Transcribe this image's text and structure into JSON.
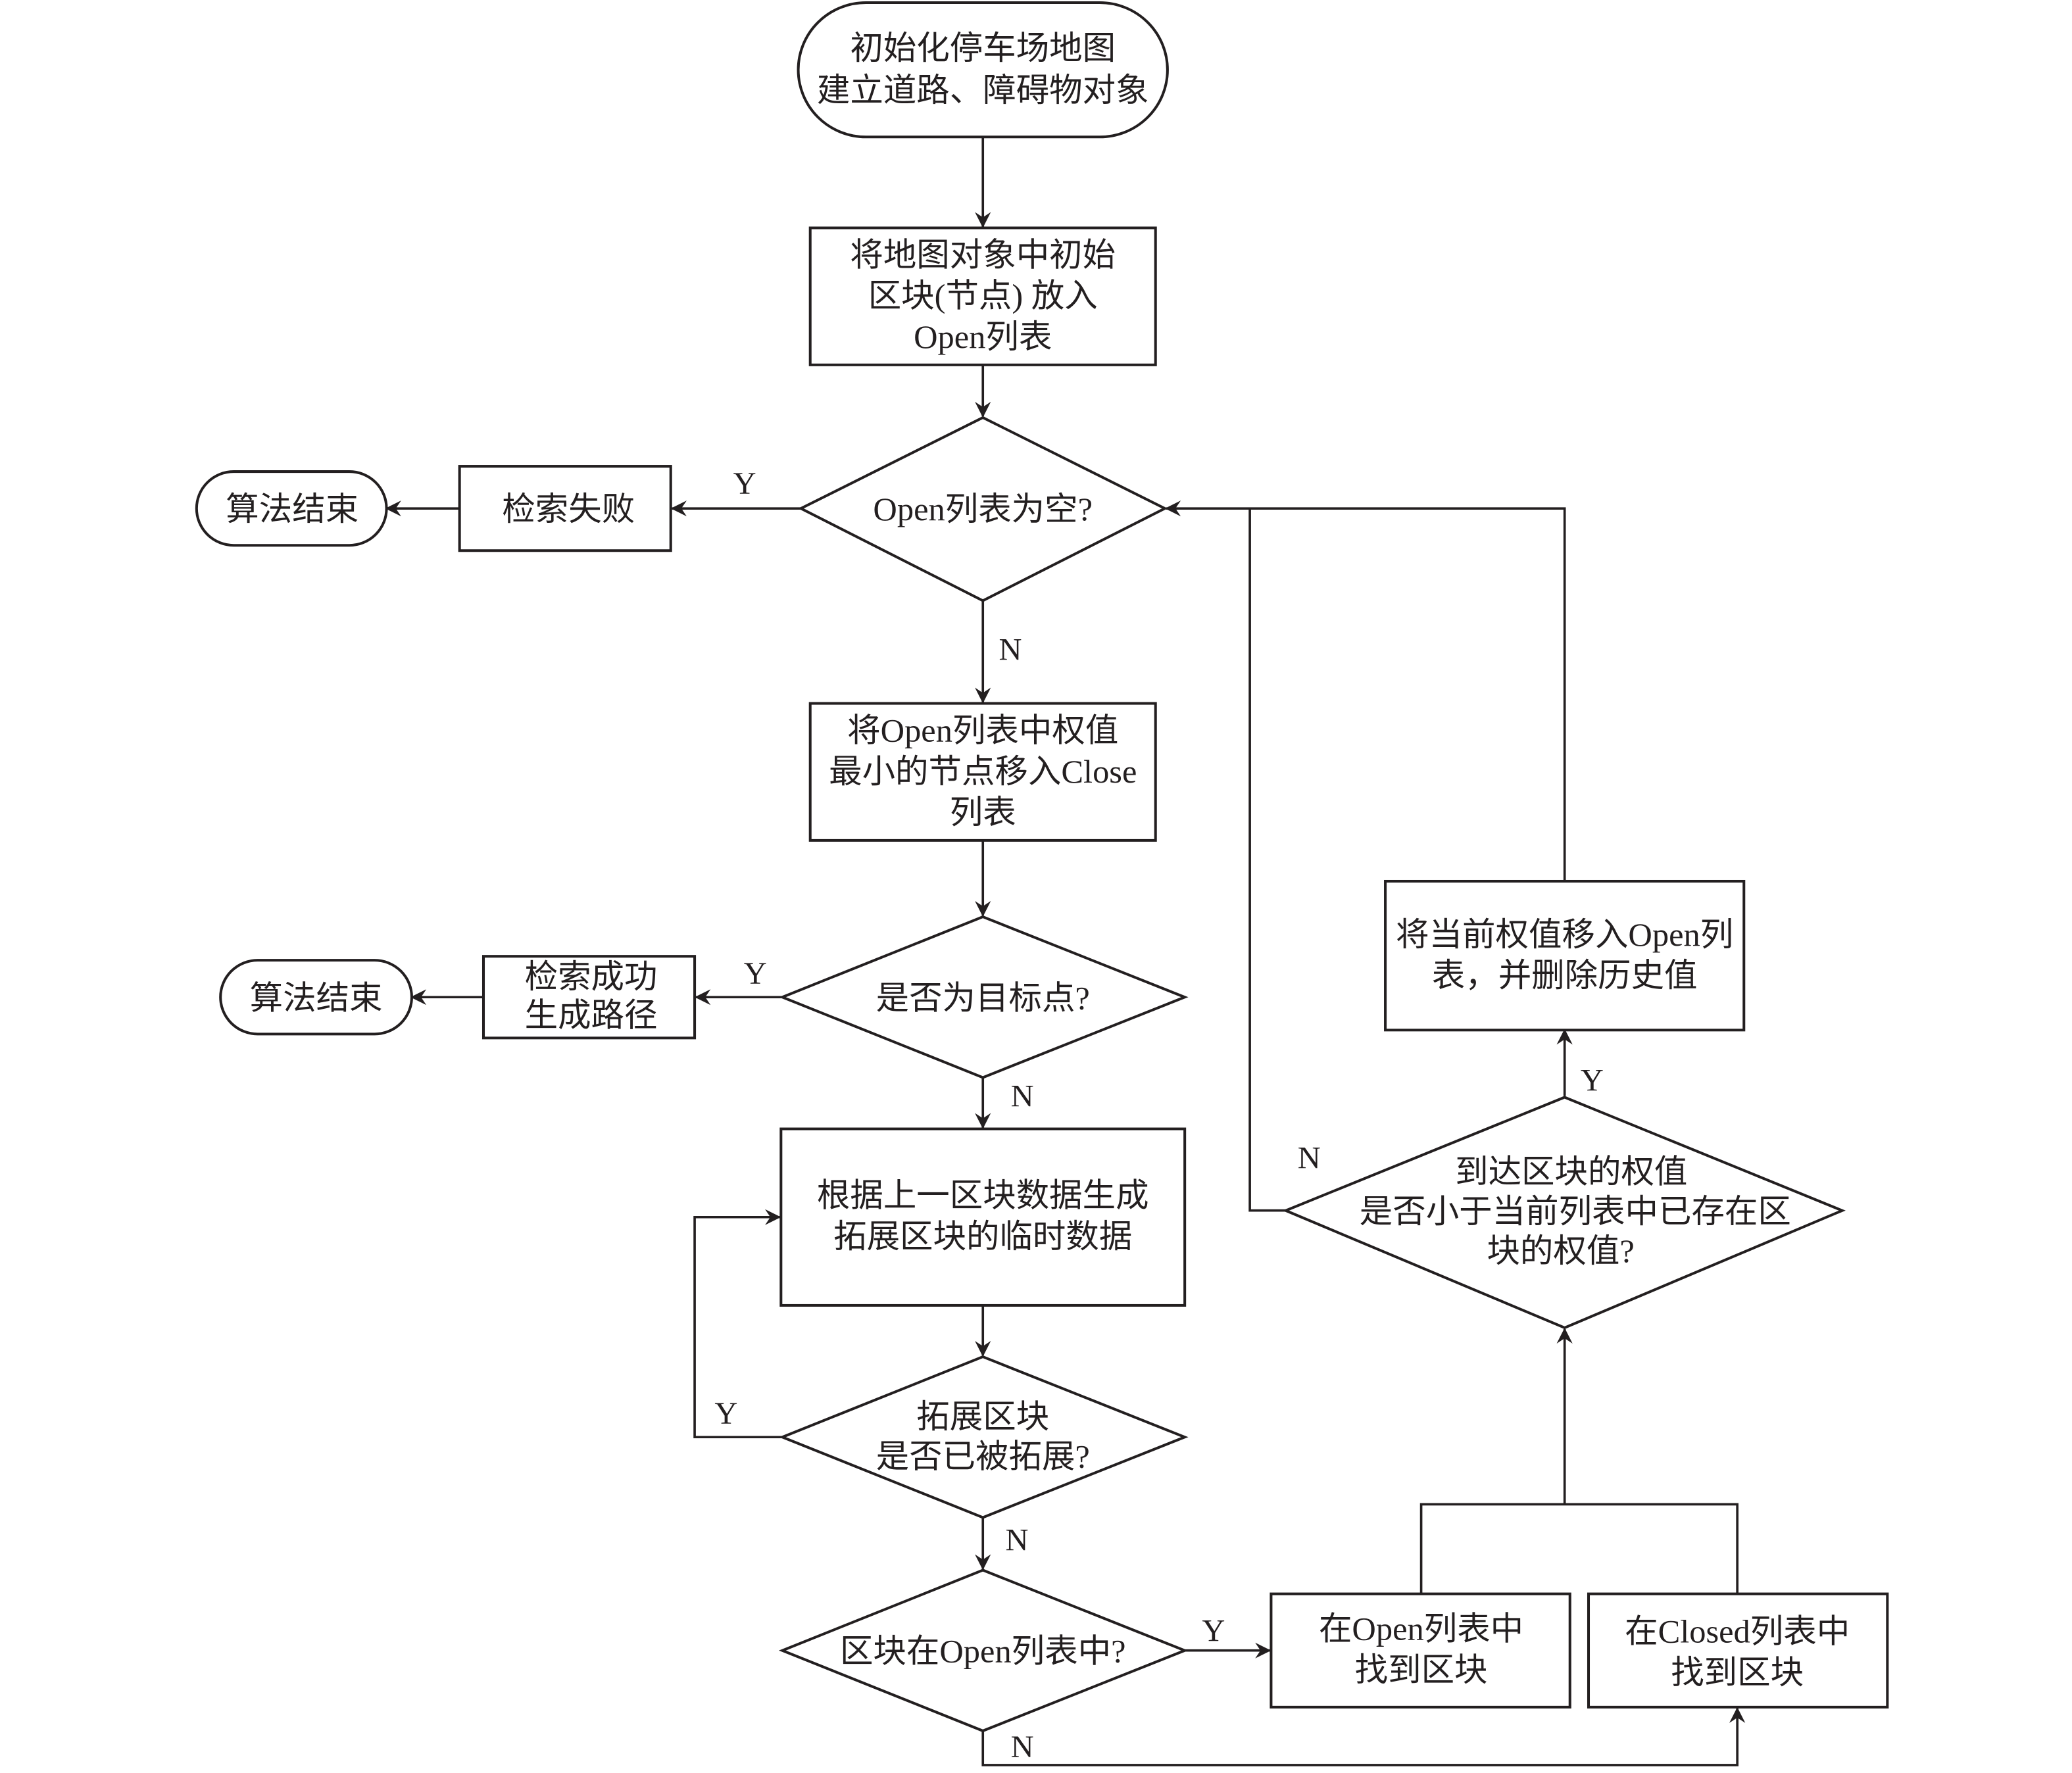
{
  "diagram": {
    "type": "flowchart",
    "nodes": {
      "start": {
        "kind": "terminal",
        "lines": [
          "初始化停车场地图",
          "建立道路、障碍物对象"
        ]
      },
      "put_initial": {
        "kind": "process",
        "lines": [
          "将地图对象中初始",
          "区块(节点) 放入",
          "Open列表"
        ]
      },
      "open_empty": {
        "kind": "decision",
        "lines": [
          "Open列表为空?"
        ]
      },
      "search_fail": {
        "kind": "process",
        "lines": [
          "检索失败"
        ]
      },
      "end_fail": {
        "kind": "terminal",
        "lines": [
          "算法结束"
        ]
      },
      "move_min": {
        "kind": "process",
        "lines": [
          "将Open列表中权值",
          "最小的节点移入Close",
          "列表"
        ]
      },
      "is_target": {
        "kind": "decision",
        "lines": [
          "是否为目标点?"
        ]
      },
      "search_success": {
        "kind": "process",
        "lines": [
          "检索成功",
          "生成路径"
        ]
      },
      "end_success": {
        "kind": "terminal",
        "lines": [
          "算法结束"
        ]
      },
      "gen_temp": {
        "kind": "process",
        "lines": [
          "根据上一区块数据生成",
          "拓展区块的临时数据"
        ]
      },
      "already_expanded": {
        "kind": "decision",
        "lines": [
          "拓展区块",
          "是否已被拓展?"
        ]
      },
      "in_open": {
        "kind": "decision",
        "lines": [
          "区块在Open列表中?"
        ]
      },
      "found_open": {
        "kind": "process",
        "lines": [
          "在Open列表中",
          "找到区块"
        ]
      },
      "found_closed": {
        "kind": "process",
        "lines": [
          "在Closed列表中",
          "找到区块"
        ]
      },
      "weight_less": {
        "kind": "decision",
        "lines": [
          "到达区块的权值",
          "是否小于当前列表中已存在区",
          "块的权值?"
        ]
      },
      "move_current": {
        "kind": "process",
        "lines": [
          "将当前权值移入Open列",
          "表，并删除历史值"
        ]
      }
    },
    "edge_labels": {
      "open_empty_yes": "Y",
      "open_empty_no": "N",
      "is_target_yes": "Y",
      "is_target_no": "N",
      "already_expanded_yes": "Y",
      "already_expanded_no": "N",
      "in_open_yes": "Y",
      "in_open_no": "N",
      "weight_less_yes": "Y",
      "weight_less_no": "N"
    },
    "edges": [
      {
        "from": "start",
        "to": "put_initial"
      },
      {
        "from": "put_initial",
        "to": "open_empty"
      },
      {
        "from": "open_empty",
        "to": "search_fail",
        "label": "Y"
      },
      {
        "from": "search_fail",
        "to": "end_fail"
      },
      {
        "from": "open_empty",
        "to": "move_min",
        "label": "N"
      },
      {
        "from": "move_min",
        "to": "is_target"
      },
      {
        "from": "is_target",
        "to": "search_success",
        "label": "Y"
      },
      {
        "from": "search_success",
        "to": "end_success"
      },
      {
        "from": "is_target",
        "to": "gen_temp",
        "label": "N"
      },
      {
        "from": "gen_temp",
        "to": "already_expanded"
      },
      {
        "from": "already_expanded",
        "to": "gen_temp",
        "label": "Y"
      },
      {
        "from": "already_expanded",
        "to": "in_open",
        "label": "N"
      },
      {
        "from": "in_open",
        "to": "found_open",
        "label": "Y"
      },
      {
        "from": "in_open",
        "to": "found_closed",
        "label": "N"
      },
      {
        "from": "found_open",
        "to": "weight_less"
      },
      {
        "from": "found_closed",
        "to": "weight_less"
      },
      {
        "from": "weight_less",
        "to": "move_current",
        "label": "Y"
      },
      {
        "from": "weight_less",
        "to": "open_empty",
        "label": "N"
      },
      {
        "from": "move_current",
        "to": "open_empty"
      }
    ]
  }
}
